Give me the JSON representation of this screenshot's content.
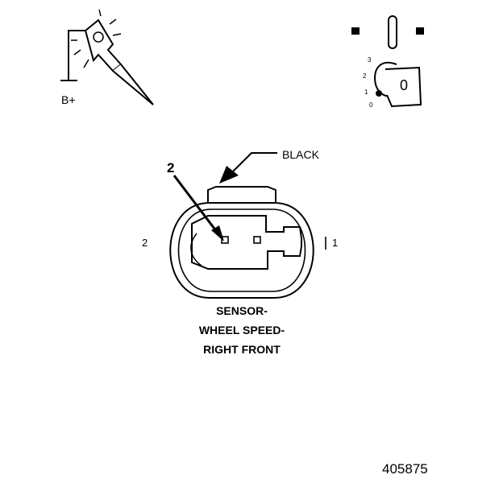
{
  "probe": {
    "label": "B+"
  },
  "ignition": {
    "key_label": "0",
    "positions": [
      "3",
      "2",
      "1",
      "0"
    ]
  },
  "connector": {
    "wire_color_label": "BLACK",
    "callout_number": "2",
    "pin_left_label": "2",
    "pin_right_label": "1"
  },
  "caption": {
    "line1": "SENSOR-",
    "line2": "WHEEL SPEED-",
    "line3": "RIGHT FRONT"
  },
  "figure_number": "405875"
}
